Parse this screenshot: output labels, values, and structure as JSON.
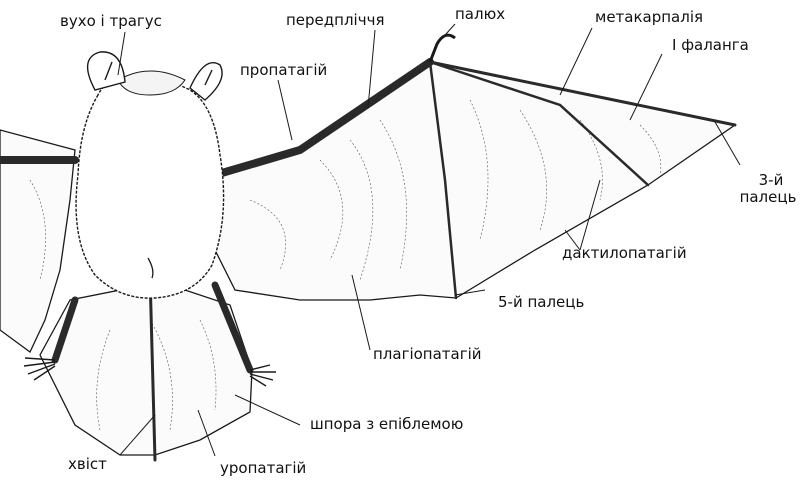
{
  "diagram": {
    "labels": {
      "ear_tragus": "вухо і трагус",
      "forearm": "передпліччя",
      "thumb": "палюх",
      "metacarpal": "метакарпалія",
      "phalanx1": "I фаланга",
      "propatagium": "пропатагій",
      "finger3_line1": "3-й",
      "finger3_line2": "палець",
      "dactylopatagium": "дактилопатагій",
      "finger5": "5-й палець",
      "plagiopatagium": "плагіопатагій",
      "calcar": "шпора з епіблемою",
      "tail": "хвіст",
      "uropatagium": "уропатагій"
    },
    "colors": {
      "ink": "#1a1a1a",
      "membrane": "#fbfbfb",
      "bone": "#2a2a2a",
      "fur": "#ffffff"
    }
  }
}
